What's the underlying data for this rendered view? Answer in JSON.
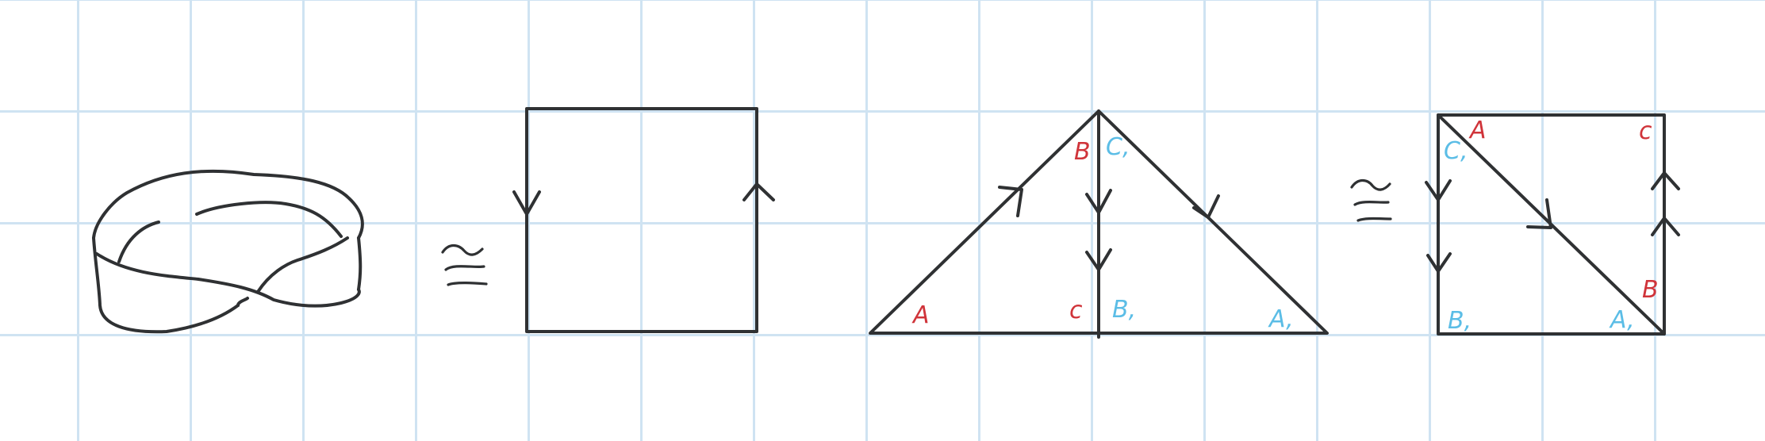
{
  "colors": {
    "grid": "#cfe3f2",
    "ink": "#2f3133",
    "red": "#d0343a",
    "blue": "#5bbde6"
  },
  "labels": {
    "tri": {
      "A": "A",
      "B": "B",
      "C_red": "c",
      "C1": "C,",
      "B1": "B,",
      "A1": "A,"
    },
    "sq": {
      "A": "A",
      "C": "c",
      "B": "B",
      "C1": "C,",
      "B1": "B,",
      "A1": "A,"
    }
  }
}
